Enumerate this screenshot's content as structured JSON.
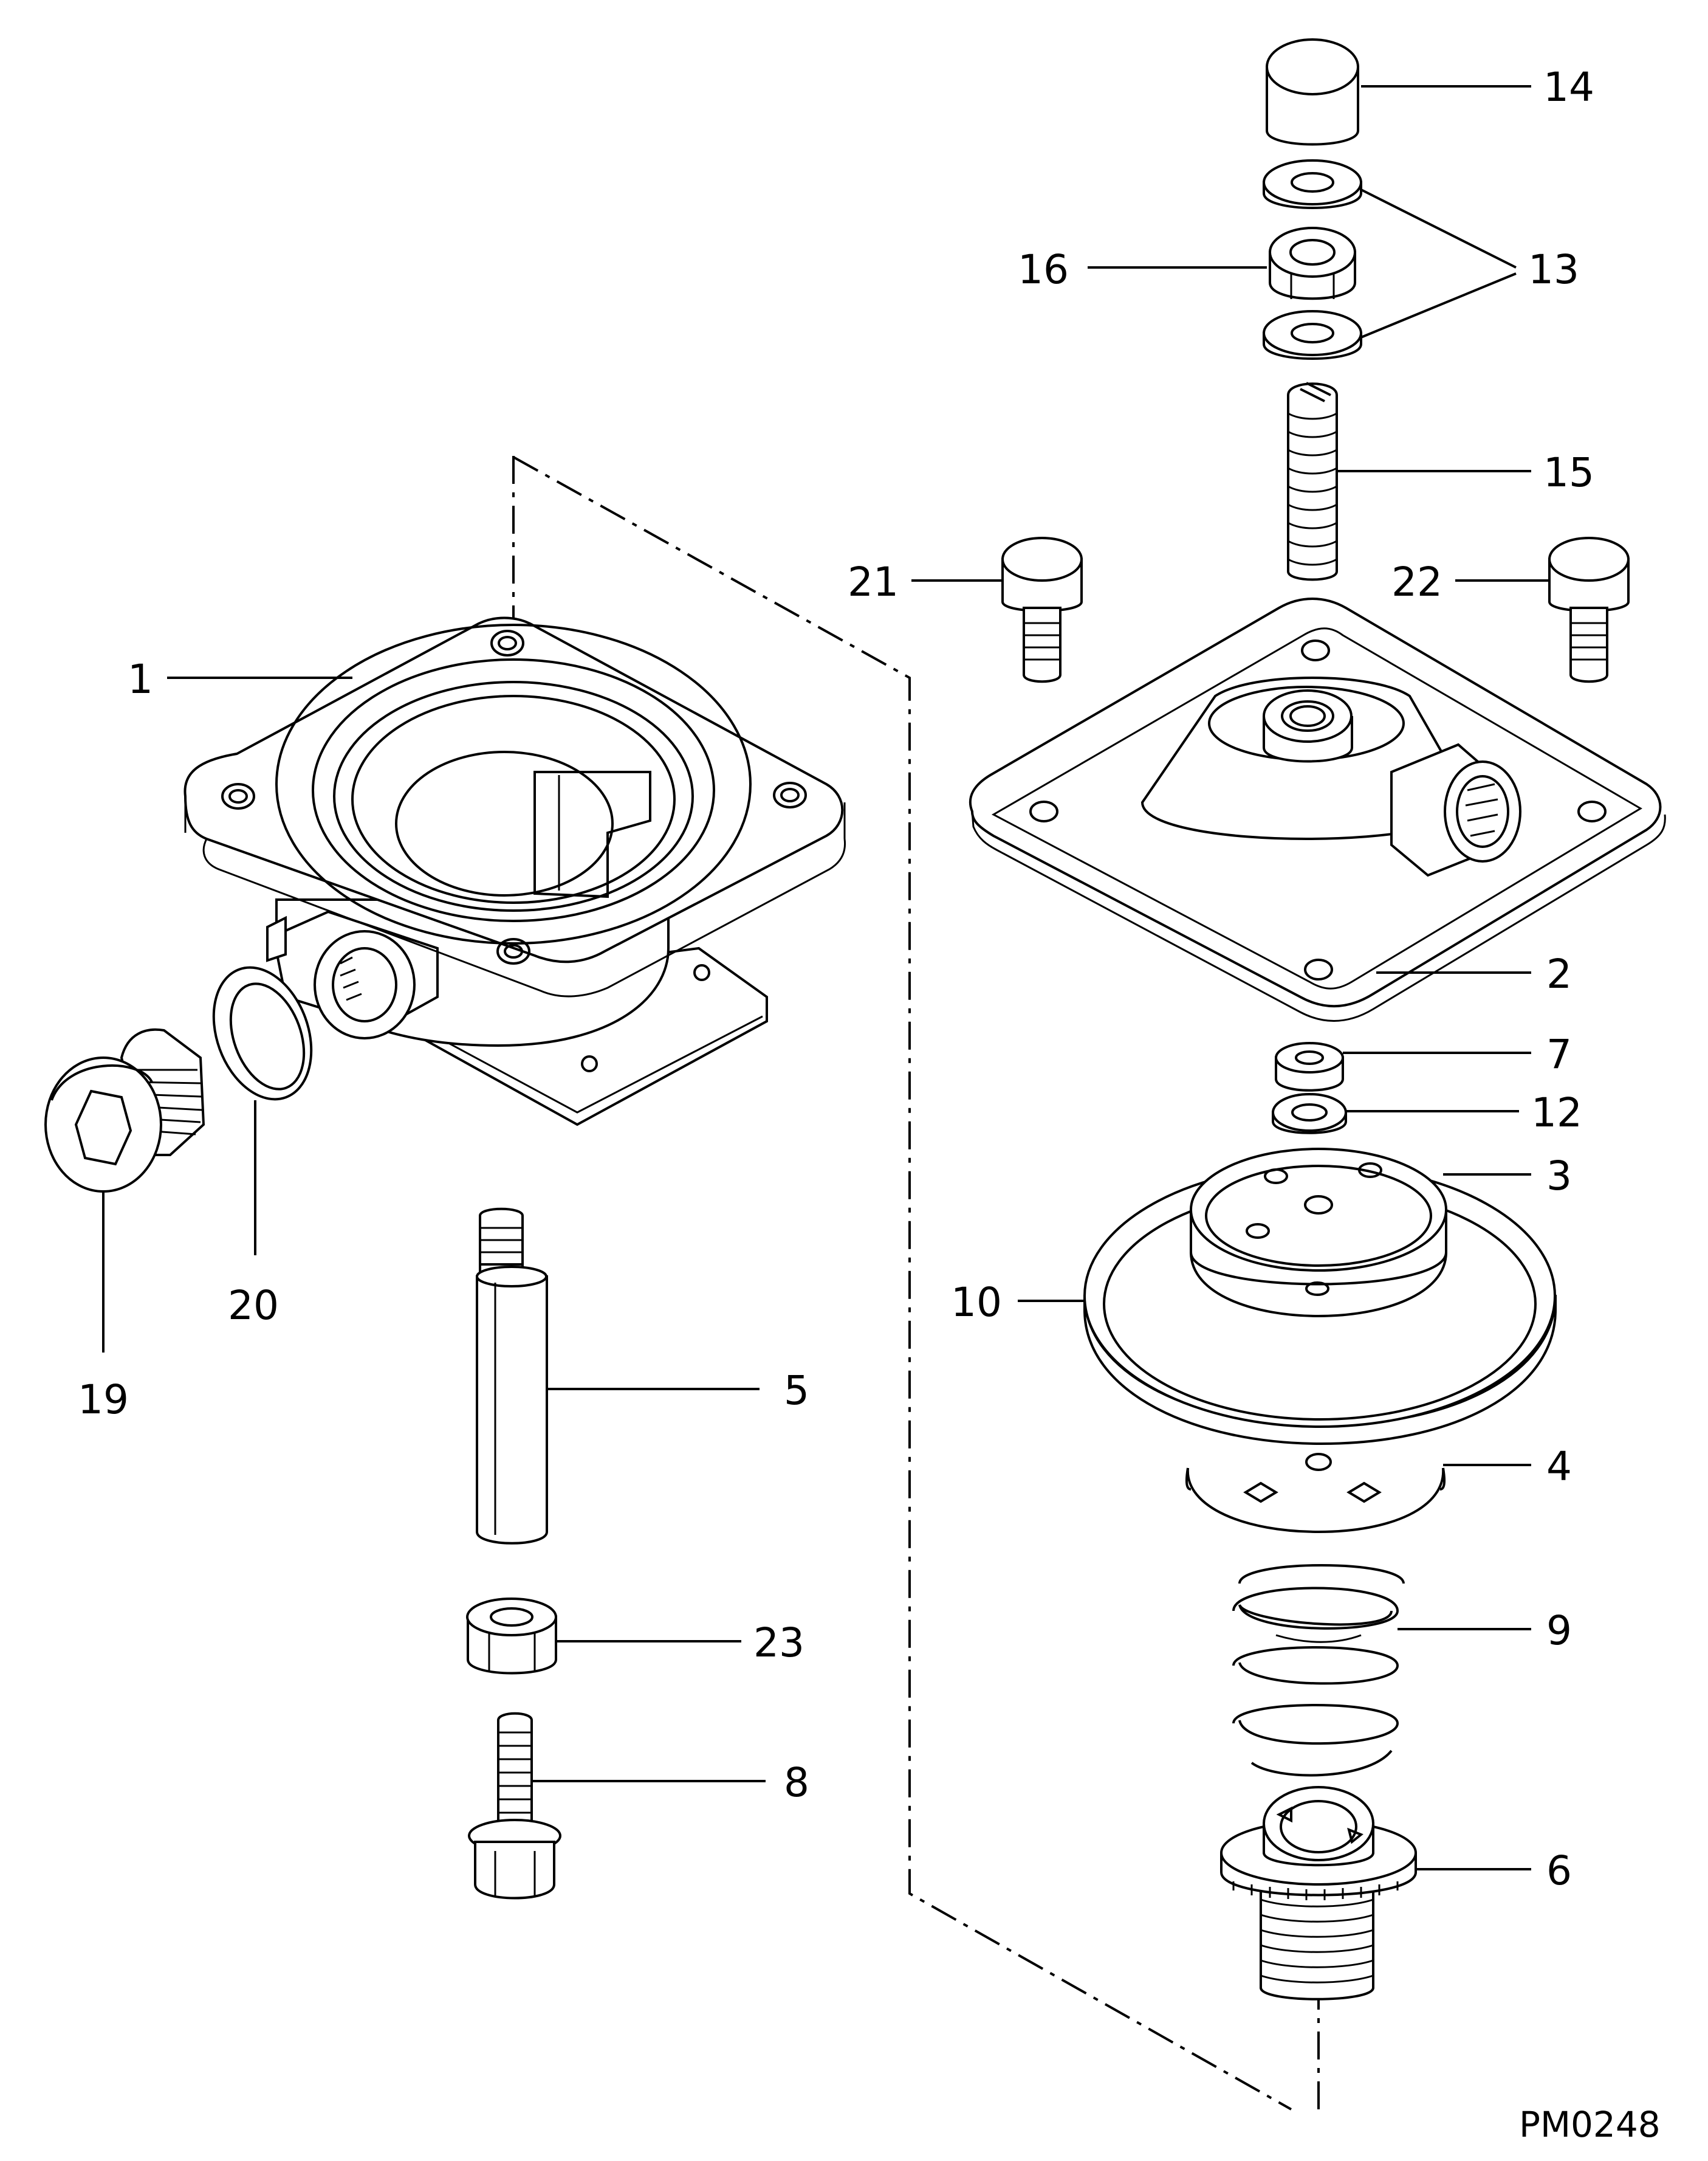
{
  "drawing": {
    "id": "PM0248",
    "callouts": {
      "p1": "1",
      "p2": "2",
      "p3": "3",
      "p4": "4",
      "p5": "5",
      "p6": "6",
      "p7": "7",
      "p8": "8",
      "p9": "9",
      "p10": "10",
      "p12": "12",
      "p13": "13",
      "p14": "14",
      "p15": "15",
      "p16": "16",
      "p19": "19",
      "p20": "20",
      "p21": "21",
      "p22": "22",
      "p23": "23"
    }
  }
}
